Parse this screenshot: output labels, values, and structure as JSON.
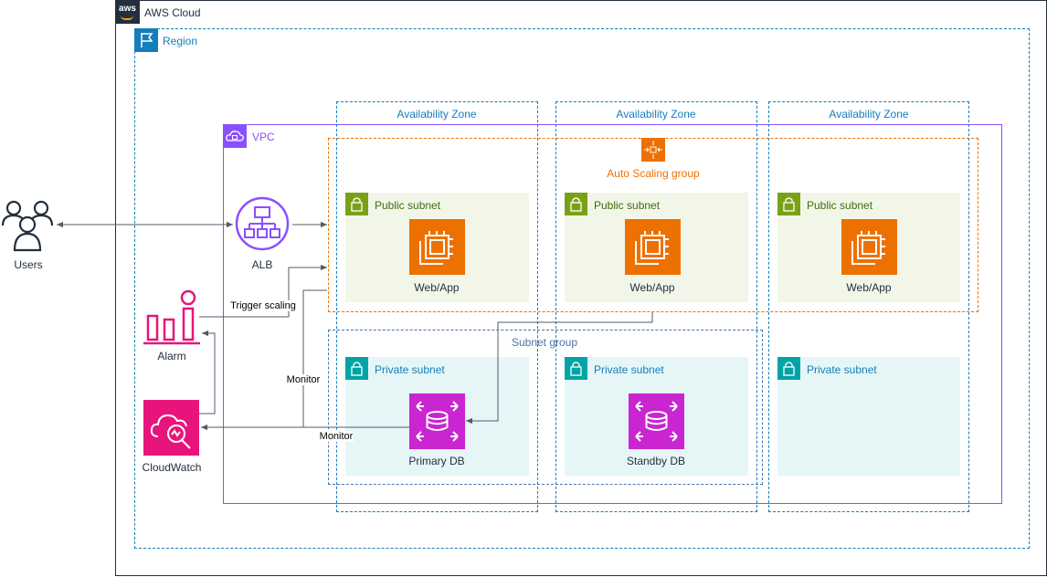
{
  "groups": {
    "cloud": "AWS Cloud",
    "aws_logo": "aws",
    "region": "Region",
    "vpc": "VPC",
    "asg": "Auto Scaling group",
    "subnet_group": "Subnet group",
    "az": [
      "Availability Zone",
      "Availability Zone",
      "Availability Zone"
    ]
  },
  "subnets": {
    "public": [
      "Public subnet",
      "Public subnet",
      "Public subnet"
    ],
    "private": [
      "Private subnet",
      "Private subnet",
      "Private subnet"
    ]
  },
  "nodes": {
    "users": "Users",
    "alb": "ALB",
    "alarm": "Alarm",
    "cloudwatch": "CloudWatch",
    "web": [
      "Web/App",
      "Web/App",
      "Web/App"
    ],
    "primary_db": "Primary DB",
    "standby_db": "Standby DB"
  },
  "edges": {
    "trigger_scaling": "Trigger scaling",
    "monitor_1": "Monitor",
    "monitor_2": "Monitor"
  },
  "icons": {
    "users": "users-icon",
    "alb": "load-balancer-icon",
    "alarm": "alarm-icon",
    "cloudwatch": "cloudwatch-icon",
    "ec2": "ec2-instance-icon",
    "rds": "rds-database-icon",
    "asg": "auto-scaling-icon",
    "lock": "padlock-icon",
    "flag": "region-flag-icon",
    "cloud": "aws-cloud-icon"
  },
  "colors": {
    "cloud_border": "#232f3e",
    "region": "#147eba",
    "vpc": "#8c4fff",
    "asg": "#ed7100",
    "public_subnet": "#7aa116",
    "public_subnet_fill": "#f2f6e8",
    "private_subnet": "#00a4a6",
    "private_subnet_fill": "#e6f6f7",
    "ec2": "#ed7100",
    "rds": "#c925d1",
    "cloudwatch": "#e7157b",
    "subnet_group": "#4d72a8",
    "edge": "#545b64"
  }
}
